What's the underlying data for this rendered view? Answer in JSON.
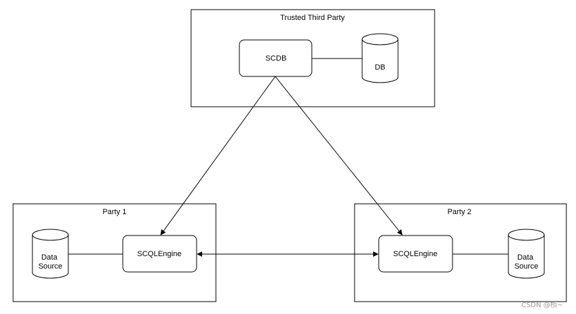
{
  "diagram": {
    "groups": {
      "trusted_third_party": "Trusted Third Party",
      "party1": "Party 1",
      "party2": "Party 2"
    },
    "nodes": {
      "scdb": "SCDB",
      "db": "DB",
      "engine1": "SCQLEngine",
      "engine2": "SCQLEngine",
      "datasource1": [
        "Data",
        "Source"
      ],
      "datasource2": [
        "Data",
        "Source"
      ]
    },
    "watermark": "CSDN @桢~"
  }
}
